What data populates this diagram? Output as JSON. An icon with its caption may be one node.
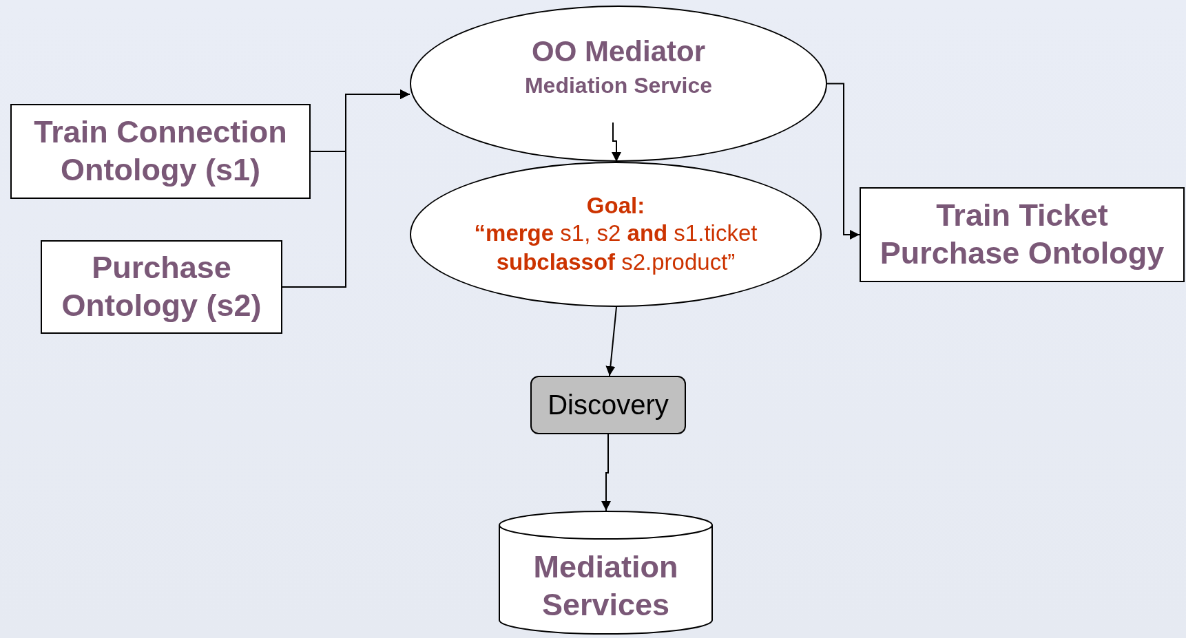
{
  "diagram": {
    "nodes": [
      {
        "text": [
          "Train Connection Ontology (s1)"
        ]
      },
      {
        "text": [
          "Purchase Ontology (s2)"
        ]
      },
      {
        "text": [
          "OO Mediator",
          "Mediation Service"
        ]
      },
      {
        "text": [
          "Goal:",
          "**“merge** s1, s2 **and** s1.ticket **subclassof** s2.product”"
        ]
      },
      {
        "text": [
          "Train Ticket Purchase Ontology"
        ]
      },
      {
        "text": [
          "Discovery"
        ]
      },
      {
        "text": [
          "Mediation Services"
        ]
      }
    ],
    "edges": [
      {
        "from": 0,
        "to": 2,
        "arrow": "to"
      },
      {
        "from": 1,
        "to": 2,
        "arrow": "to"
      },
      {
        "from": 2,
        "to": 3,
        "arrow": "to"
      },
      {
        "from": 2,
        "to": 4,
        "arrow": "to"
      },
      {
        "from": 3,
        "to": 5,
        "arrow": "to"
      },
      {
        "from": 5,
        "to": 6,
        "arrow": "to"
      }
    ]
  }
}
